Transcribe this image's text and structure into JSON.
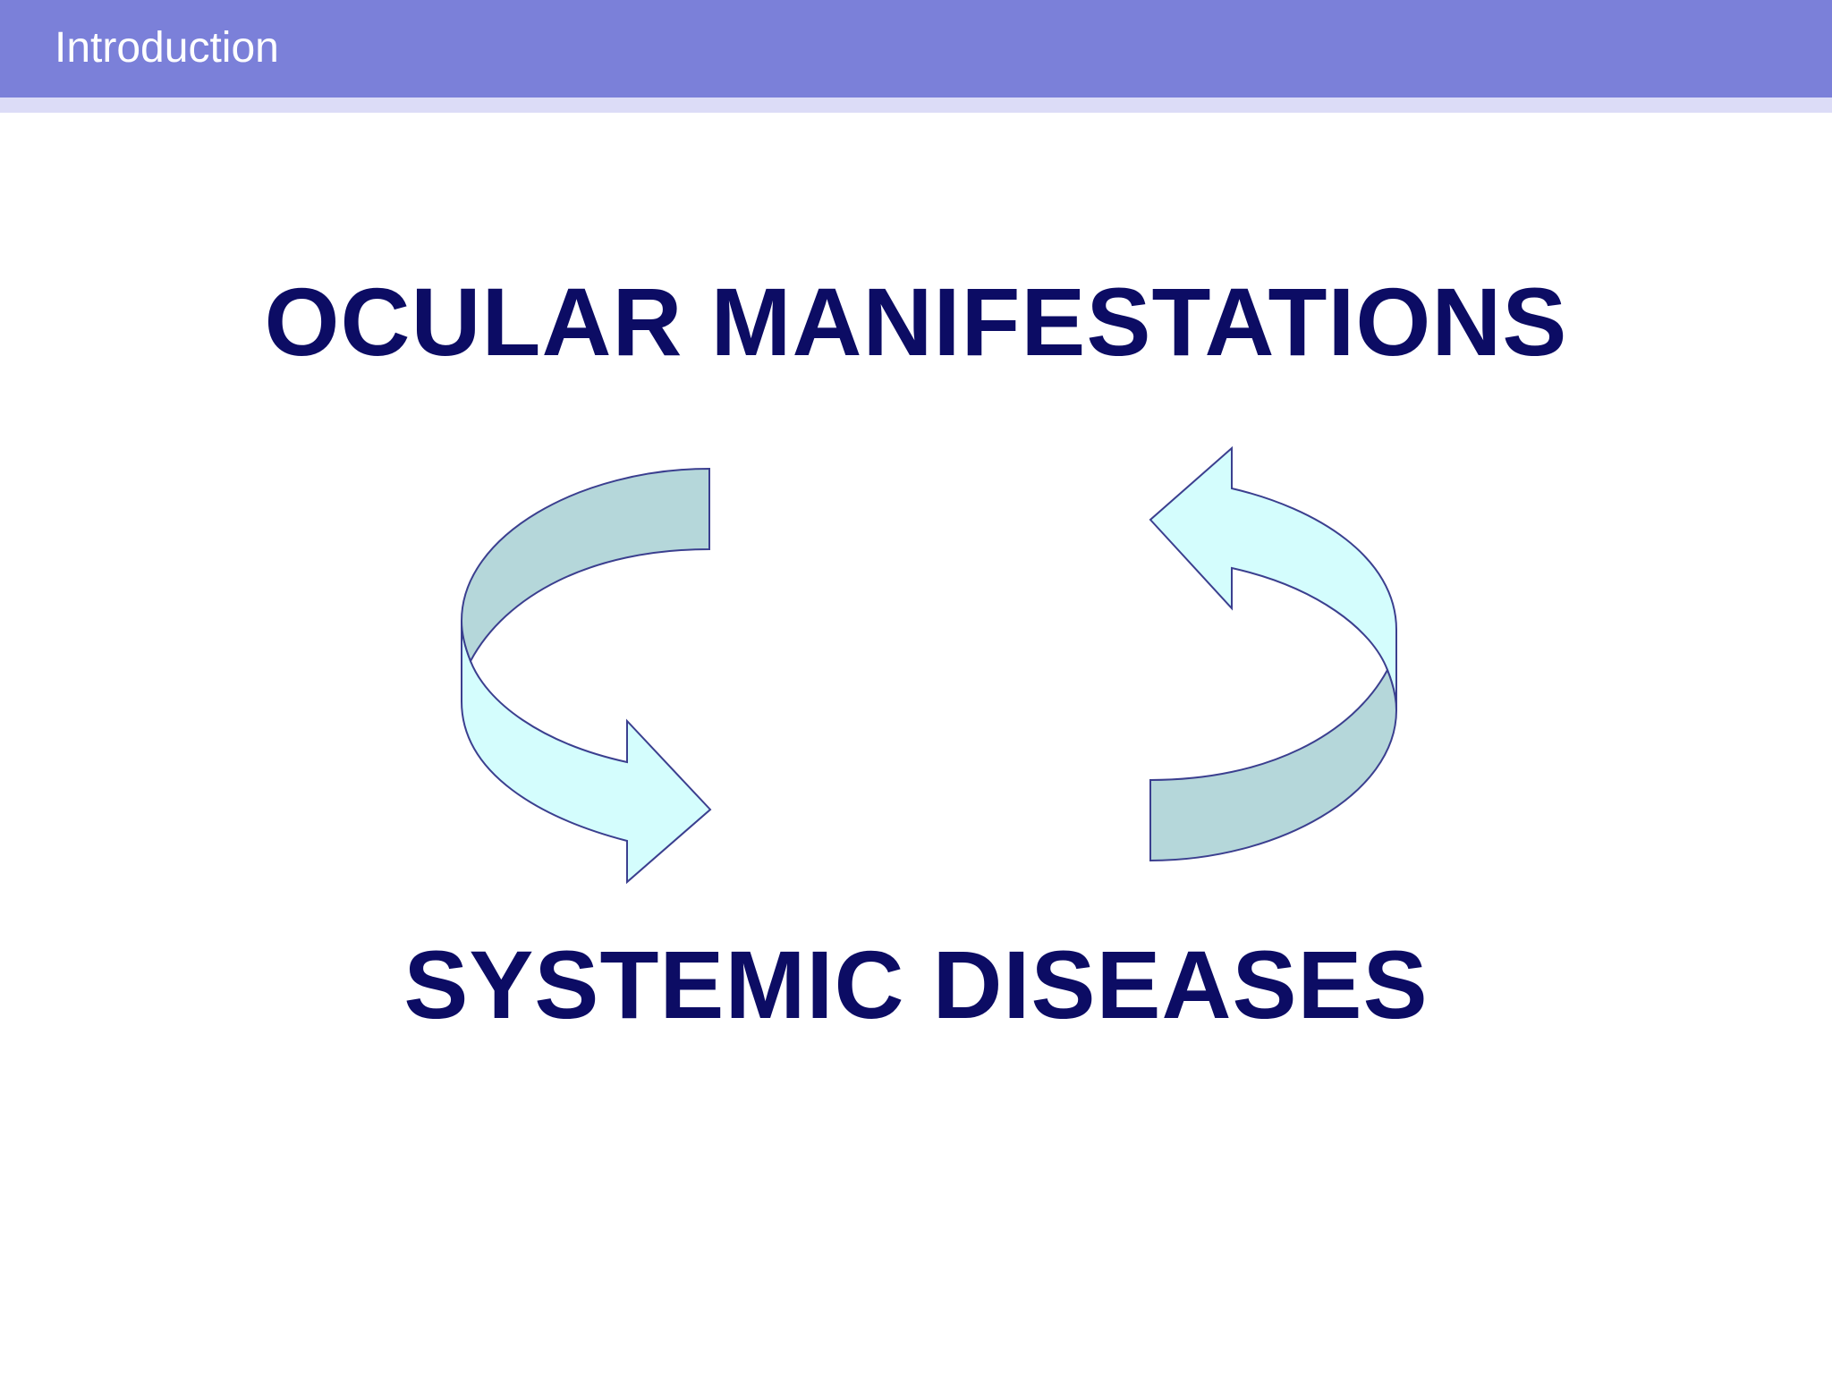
{
  "header": {
    "title": "Introduction"
  },
  "diagram": {
    "top_label": "OCULAR MANIFESTATIONS",
    "bottom_label": "SYSTEMIC DISEASES"
  },
  "colors": {
    "header_bar": "#7b80d9",
    "header_strip": "#dcdcf7",
    "text": "#0c0c64",
    "arrow_light": "#d4fdfd",
    "arrow_dark": "#b5d7da",
    "arrow_stroke": "#3b3f8f"
  }
}
